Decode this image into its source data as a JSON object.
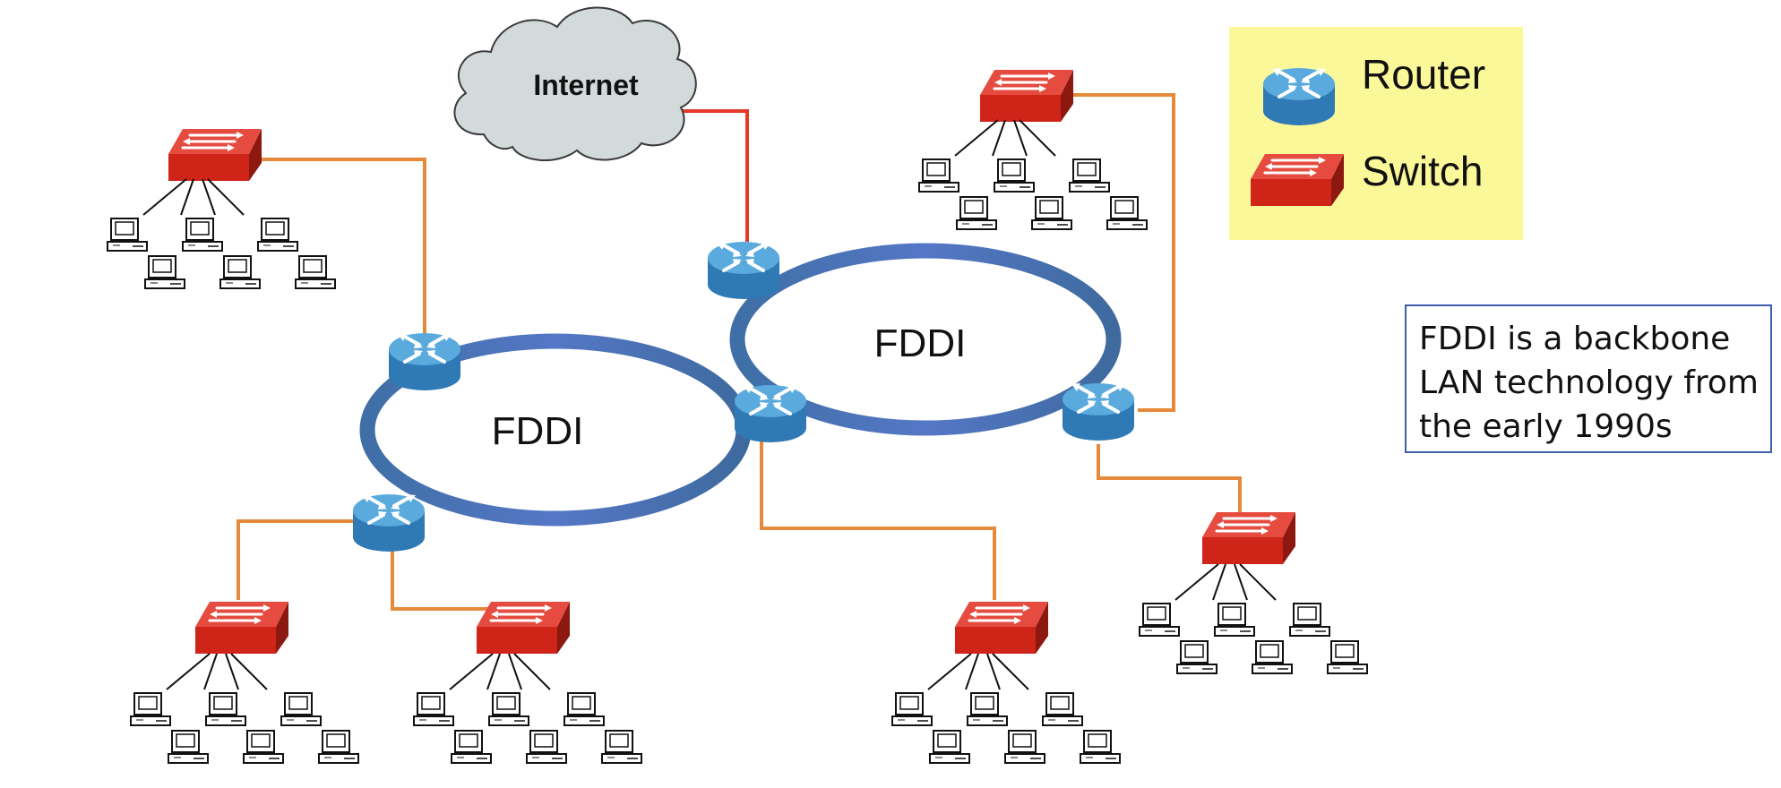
{
  "internet": {
    "label": "Internet"
  },
  "rings": [
    {
      "label": "FDDI"
    },
    {
      "label": "FDDI"
    }
  ],
  "legend": {
    "router_label": "Router",
    "switch_label": "Switch"
  },
  "note": {
    "lines": [
      "FDDI is a backbone",
      "LAN technology from",
      "the early 1990s"
    ]
  },
  "icons": {
    "router": "router-icon",
    "switch": "switch-icon",
    "computer": "computer-icon",
    "cloud": "cloud-icon"
  },
  "colors": {
    "ring": "#4a6fb5",
    "router_top": "#5aa9dc",
    "router_body": "#2f7bb8",
    "switch_front": "#d42a1e",
    "switch_top": "#e8463b",
    "uplink": "#e58a3a",
    "internet_link": "#e53a2a",
    "cloud": "#d3dadb",
    "legend_bg": "#fbf89a",
    "note_border": "#3f5da9"
  }
}
